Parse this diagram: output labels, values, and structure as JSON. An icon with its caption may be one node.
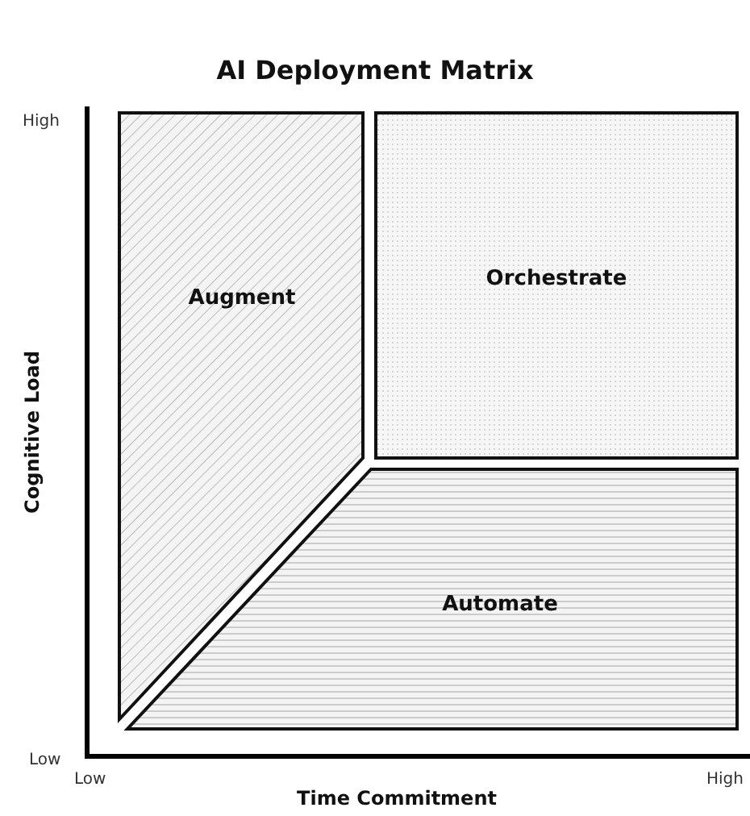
{
  "diagram": {
    "title": "AI Deployment Matrix",
    "nodes": [
      {
        "text": [
          "Augment"
        ]
      },
      {
        "text": [
          "Orchestrate"
        ]
      },
      {
        "text": [
          "Automate"
        ]
      }
    ],
    "labels": [
      "High",
      "Cognitive Load",
      "Low",
      "Low",
      "High",
      "Time Commitment"
    ]
  }
}
